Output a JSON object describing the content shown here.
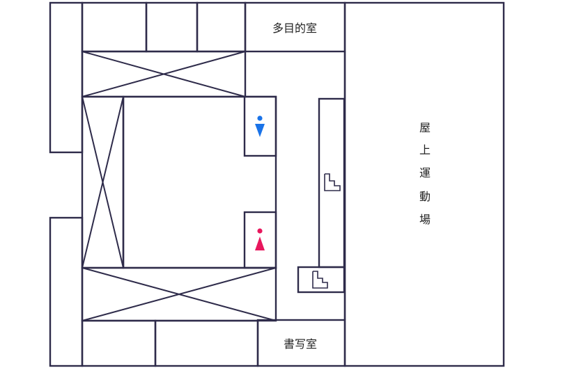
{
  "rooms": {
    "multipurpose": "多目的室",
    "calligraphy": "書写室",
    "rooftop_chars": [
      "屋",
      "上",
      "運",
      "動",
      "場"
    ]
  },
  "colors": {
    "wall": "#2e2b4a",
    "male_icon": "#1a73e8",
    "female_icon": "#e8175d",
    "background": "#ffffff"
  },
  "icons": [
    "male-restroom-icon",
    "female-restroom-icon",
    "stairs-icon"
  ]
}
